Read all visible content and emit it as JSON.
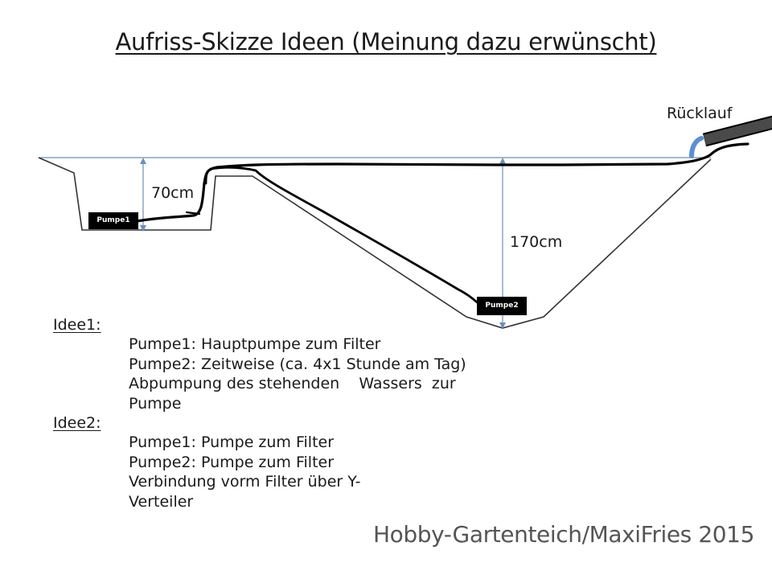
{
  "title": "Aufriss-Skizze Ideen (Meinung dazu erwünscht)",
  "labels": {
    "return_flow": "Rücklauf",
    "depth_small": "70cm",
    "depth_large": "170cm",
    "pump1": "Pumpe1",
    "pump2": "Pumpe2"
  },
  "ideas": [
    {
      "heading": "Idee1:",
      "lines": [
        "Pumpe1: Hauptpumpe zum Filter",
        "Pumpe2: Zeitweise (ca. 4x1 Stunde am Tag)",
        "Abpumpung des stehenden    Wassers  zur",
        "Pumpe"
      ]
    },
    {
      "heading": "Idee2:",
      "lines": [
        "Pumpe1: Pumpe zum Filter",
        "Pumpe2: Pumpe zum Filter",
        "Verbindung vorm Filter über Y-",
        "Verteiler"
      ]
    }
  ],
  "footer": "Hobby-Gartenteich/MaxiFries 2015",
  "colors": {
    "water_line": "#6f8fb5",
    "measure_line": "#6f8fb5",
    "outline": "#333333",
    "hose": "#000000",
    "return_pipe": "#4a4a4a",
    "return_outlet": "#5b8fd6",
    "footer_text": "#555555"
  }
}
